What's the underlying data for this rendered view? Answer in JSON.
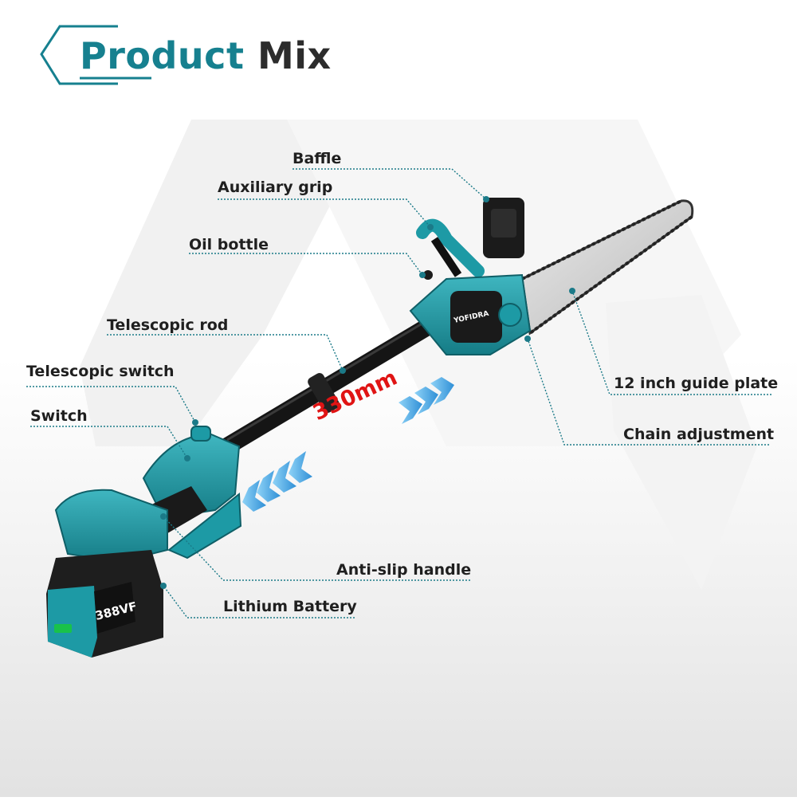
{
  "title": {
    "part1": "Product",
    "part2": "Mix"
  },
  "dimension_label": "330mm",
  "callouts": {
    "baffle": "Baffle",
    "auxiliary_grip": "Auxiliary grip",
    "oil_bottle": "Oil bottle",
    "telescopic_rod": "Telescopic rod",
    "telescopic_switch": "Telescopic switch",
    "switch": "Switch",
    "guide_plate": "12 inch guide plate",
    "chain_adjustment": "Chain adjustment",
    "anti_slip_handle": "Anti-slip handle",
    "lithium_battery": "Lithium Battery"
  },
  "product": {
    "brand": "YOFIDRA",
    "battery_label": "388VF"
  },
  "colors": {
    "accent": "#16808f",
    "tool_teal": "#1d9aa5",
    "tool_black": "#1c1c1c",
    "dimension_red": "#e01414",
    "arrow_blue": "#5bb7ea"
  }
}
